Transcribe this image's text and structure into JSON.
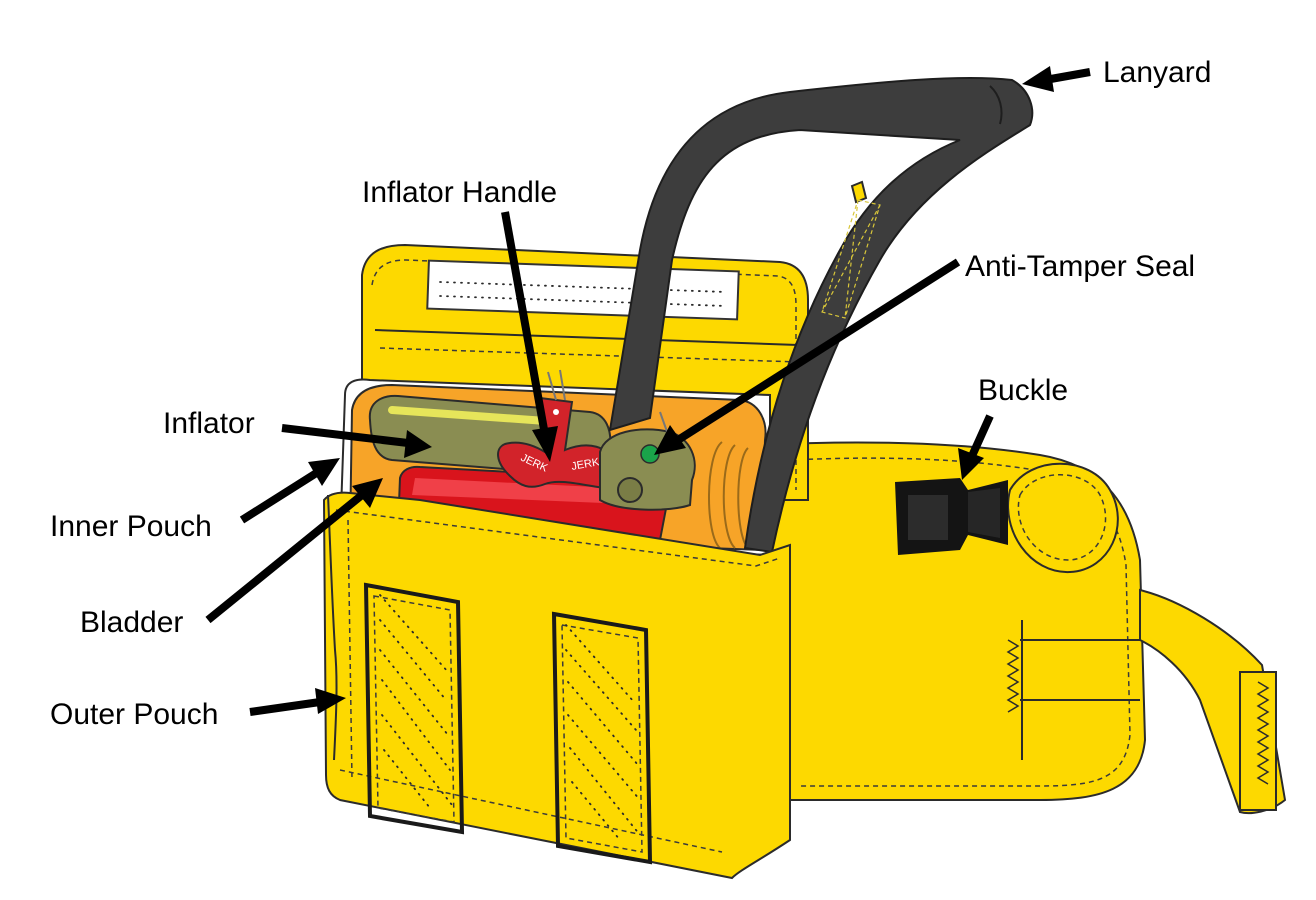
{
  "labels": {
    "lanyard": "Lanyard",
    "inflator_handle": "Inflator Handle",
    "anti_tamper_seal": "Anti-Tamper Seal",
    "buckle": "Buckle",
    "inflator": "Inflator",
    "inner_pouch": "Inner Pouch",
    "bladder": "Bladder",
    "outer_pouch": "Outer Pouch"
  },
  "handle_text": {
    "left": "JERK",
    "right": "JERK"
  },
  "colors": {
    "pouch_yellow": "#FDD900",
    "strap_gray": "#3d3d3d",
    "bladder_orange": "#F7A428",
    "inflator_olive": "#8a8d52",
    "handle_red": "#d2232a",
    "bladder_red": "#d9141c",
    "seal_green": "#1aa34a",
    "buckle_black": "#141414"
  }
}
